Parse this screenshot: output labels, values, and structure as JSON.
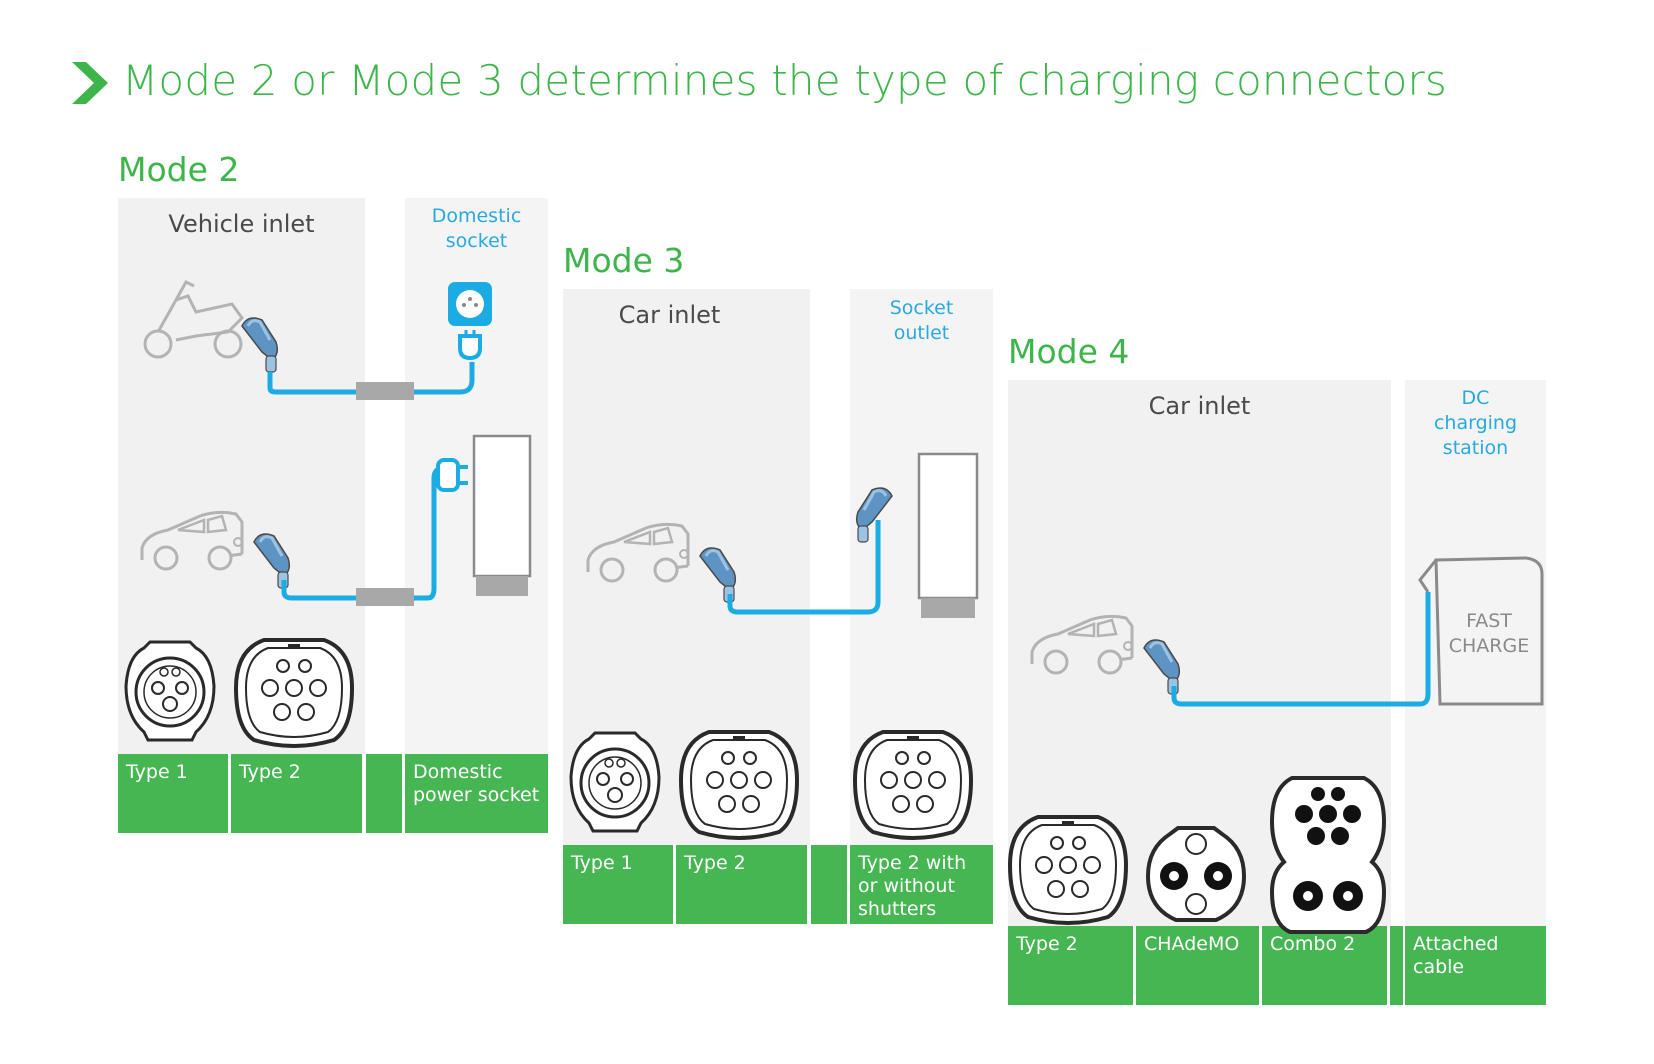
{
  "title": "Mode 2 or Mode 3 determines the type of  charging connectors",
  "colors": {
    "accent_green": "#3db54a",
    "box_green": "#46b653",
    "cable_blue": "#1aace3",
    "panel_grey": "#f1f1f1"
  },
  "mode2": {
    "heading": "Mode 2",
    "inlet_label": "Vehicle inlet",
    "socket_label_1": "Domestic",
    "socket_label_2": "socket",
    "labels": [
      "Type 1",
      "Type 2",
      "",
      "Domestic power socket"
    ]
  },
  "mode3": {
    "heading": "Mode 3",
    "inlet_label": "Car inlet",
    "socket_label_1": "Socket",
    "socket_label_2": "outlet",
    "labels": [
      "Type 1",
      "Type 2",
      "",
      "Type 2 with or without shutters"
    ]
  },
  "mode4": {
    "heading": "Mode 4",
    "inlet_label": "Car inlet",
    "station_label_1": "DC",
    "station_label_2": "charging",
    "station_label_3": "station",
    "station_text_1": "FAST",
    "station_text_2": "CHARGE",
    "labels": [
      "Type 2",
      "CHAdeMO",
      "Combo 2",
      "",
      "Attached cable"
    ]
  }
}
